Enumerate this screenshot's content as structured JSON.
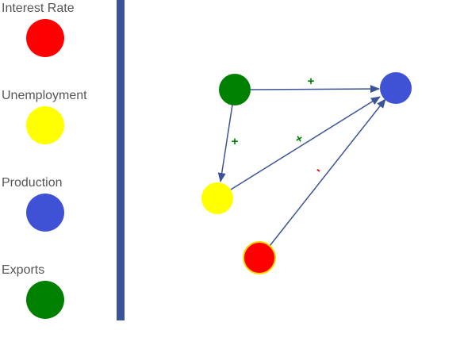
{
  "legend": {
    "items": [
      {
        "label": "Interest Rate",
        "color": "#ff0000"
      },
      {
        "label": "Unemployment",
        "color": "#ffff00"
      },
      {
        "label": "Production",
        "color": "#3f51d4"
      },
      {
        "label": "Exports",
        "color": "#008000"
      }
    ]
  },
  "diagram": {
    "edges": [
      {
        "from": "exports",
        "to": "production",
        "sign": "+",
        "sign_color": "#008000"
      },
      {
        "from": "exports",
        "to": "unemployment",
        "sign": "+",
        "sign_color": "#008000"
      },
      {
        "from": "unemployment",
        "to": "production",
        "sign": "+",
        "sign_color": "#008000"
      },
      {
        "from": "interest-rate",
        "to": "production",
        "sign": "-",
        "sign_color": "#ff0000"
      }
    ],
    "edge_color": "#3b5499"
  }
}
